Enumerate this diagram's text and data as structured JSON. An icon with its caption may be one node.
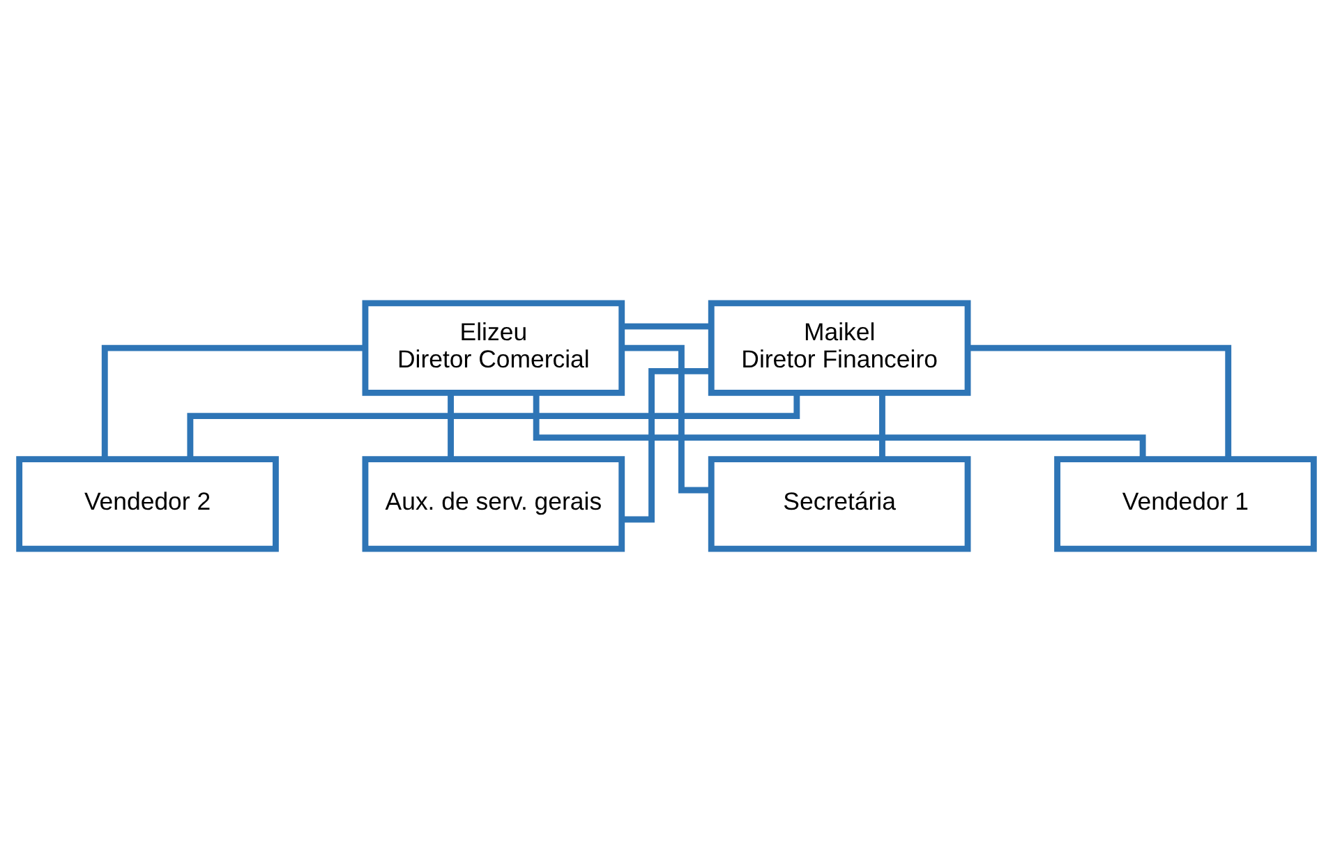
{
  "diagram": {
    "nodes": [
      {
        "text": [
          "Elizeu",
          "Diretor Comercial"
        ]
      },
      {
        "text": [
          "Maikel",
          "Diretor Financeiro"
        ]
      },
      {
        "text": [
          "Secretária"
        ]
      },
      {
        "text": [
          "Vendedor 1"
        ]
      },
      {
        "text": [
          "Vendedor 2"
        ]
      },
      {
        "text": [
          "Aux. de serv. gerais"
        ]
      }
    ],
    "edges": [
      {
        "from": 0,
        "to": 1,
        "arrow": "none"
      },
      {
        "from": 0,
        "to": 2,
        "arrow": "none"
      },
      {
        "from": 1,
        "to": 2,
        "arrow": "none"
      },
      {
        "from": 0,
        "to": 3,
        "arrow": "none"
      },
      {
        "from": 1,
        "to": 3,
        "arrow": "none"
      },
      {
        "from": 0,
        "to": 4,
        "arrow": "none"
      },
      {
        "from": 1,
        "to": 4,
        "arrow": "none"
      },
      {
        "from": 0,
        "to": 5,
        "arrow": "none"
      },
      {
        "from": 1,
        "to": 5,
        "arrow": "none"
      }
    ]
  }
}
